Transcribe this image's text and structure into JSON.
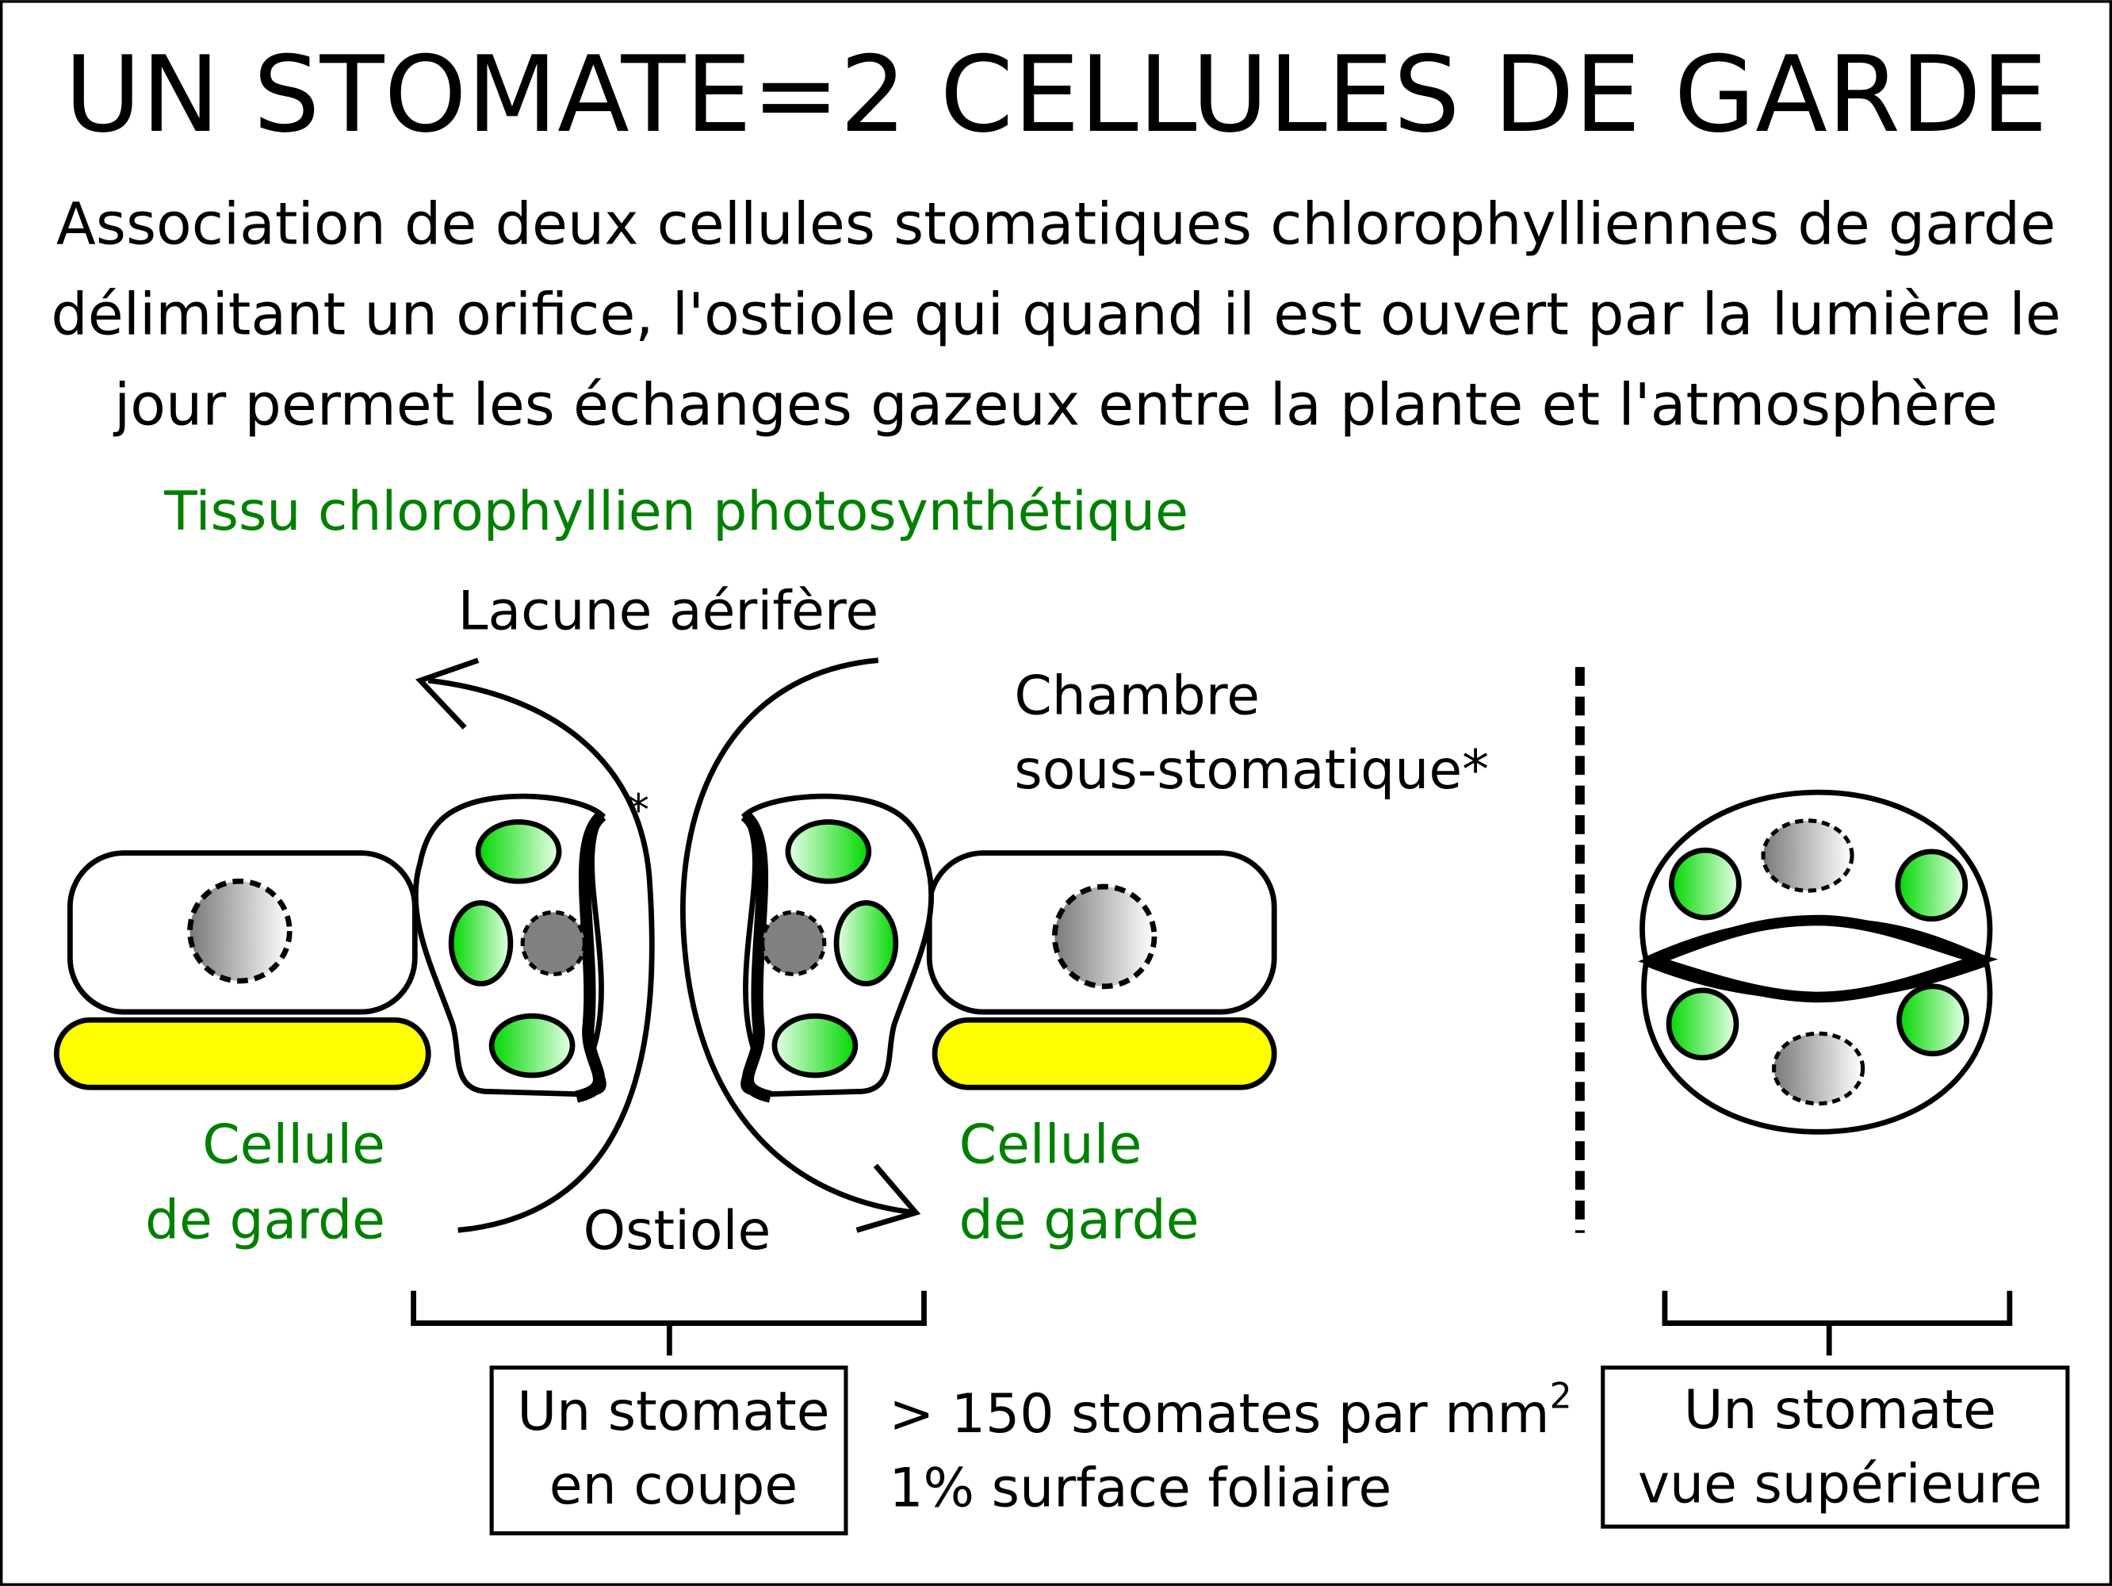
{
  "title": "UN STOMATE=2 CELLULES DE GARDE",
  "description": [
    "Association de deux cellules stomatiques chlorophylliennes de garde",
    "délimitant un orifice, l'ostiole qui quand il est ouvert par la lumière le",
    "jour permet les échanges gazeux entre la plante et l'atmosphère"
  ],
  "labels": {
    "tissue": "Tissu chlorophyllien photosynthétique",
    "lacune": "Lacune aérifère",
    "chambre_1": "Chambre",
    "chambre_2": "sous-stomatique*",
    "asterisk": "*",
    "ostiole": "Ostiole",
    "guard_left_1": "Cellule",
    "guard_left_2": "de garde",
    "guard_right_1": "Cellule",
    "guard_right_2": "de garde"
  },
  "section_box": {
    "line1": "Un stomate",
    "line2": "en coupe"
  },
  "top_box": {
    "line1": "Un stomate",
    "line2": "vue supérieure"
  },
  "stats": {
    "line1": "> 150 stomates par mm",
    "line1_sup": "2",
    "line2": "1% surface foliaire"
  },
  "colors": {
    "green_text": "#008000",
    "chloroplast": "#00e000",
    "cuticle": "#ffff00",
    "nucleus": "#808080"
  }
}
